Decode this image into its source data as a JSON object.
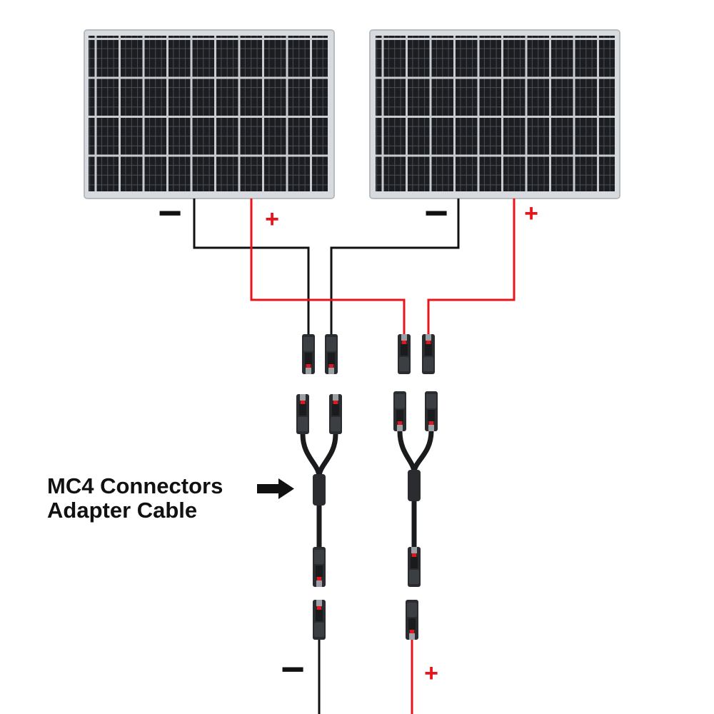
{
  "annotation": {
    "line1": "MC4 Connectors",
    "line2": "Adapter Cable"
  },
  "polarity": {
    "negative": "−",
    "positive": "+"
  },
  "colors": {
    "negative_wire": "#111111",
    "positive_wire": "#e8141b",
    "panel_frame": "#c9ccd0",
    "panel_cells": "#1b1d21",
    "connector_body": "#2a2c2f"
  },
  "panels": [
    {
      "id": "panel-left"
    },
    {
      "id": "panel-right"
    }
  ]
}
